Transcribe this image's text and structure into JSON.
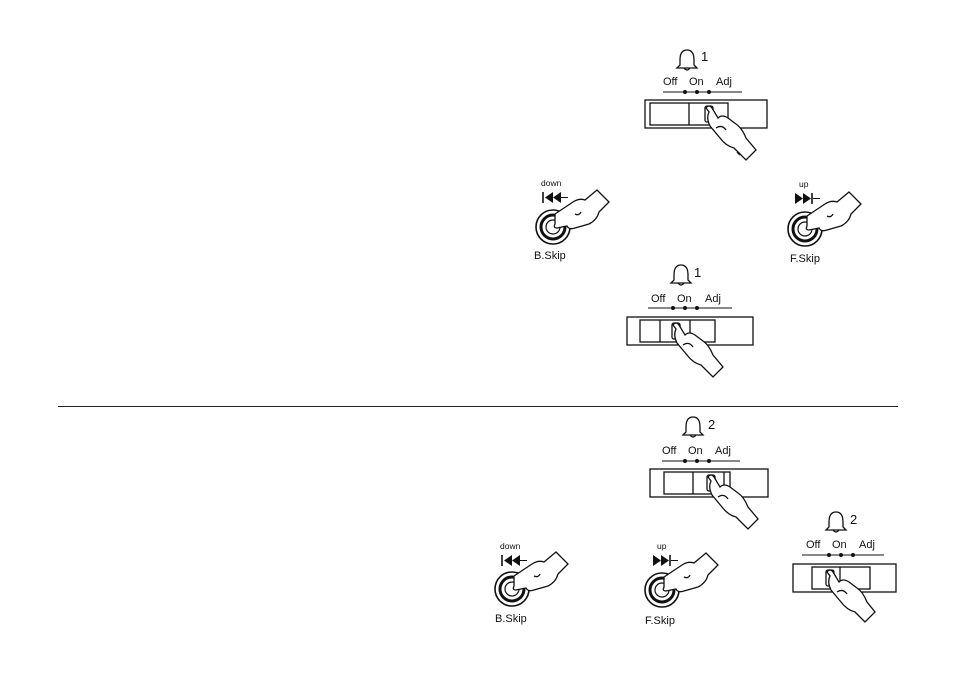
{
  "switch_positions": [
    "Off",
    "On",
    "Adj"
  ],
  "buttons": {
    "back": {
      "dir": "down",
      "name": "B.Skip"
    },
    "forward": {
      "dir": "up",
      "name": "F.Skip"
    }
  },
  "alarm1": {
    "number": "1"
  },
  "alarm2": {
    "number": "2"
  },
  "icons": {
    "alarm": "bell-icon",
    "hand": "pointing-hand-icon",
    "back": "skip-back-icon",
    "forward": "skip-forward-icon"
  },
  "colors": {
    "line": "#111111",
    "background": "#ffffff"
  }
}
